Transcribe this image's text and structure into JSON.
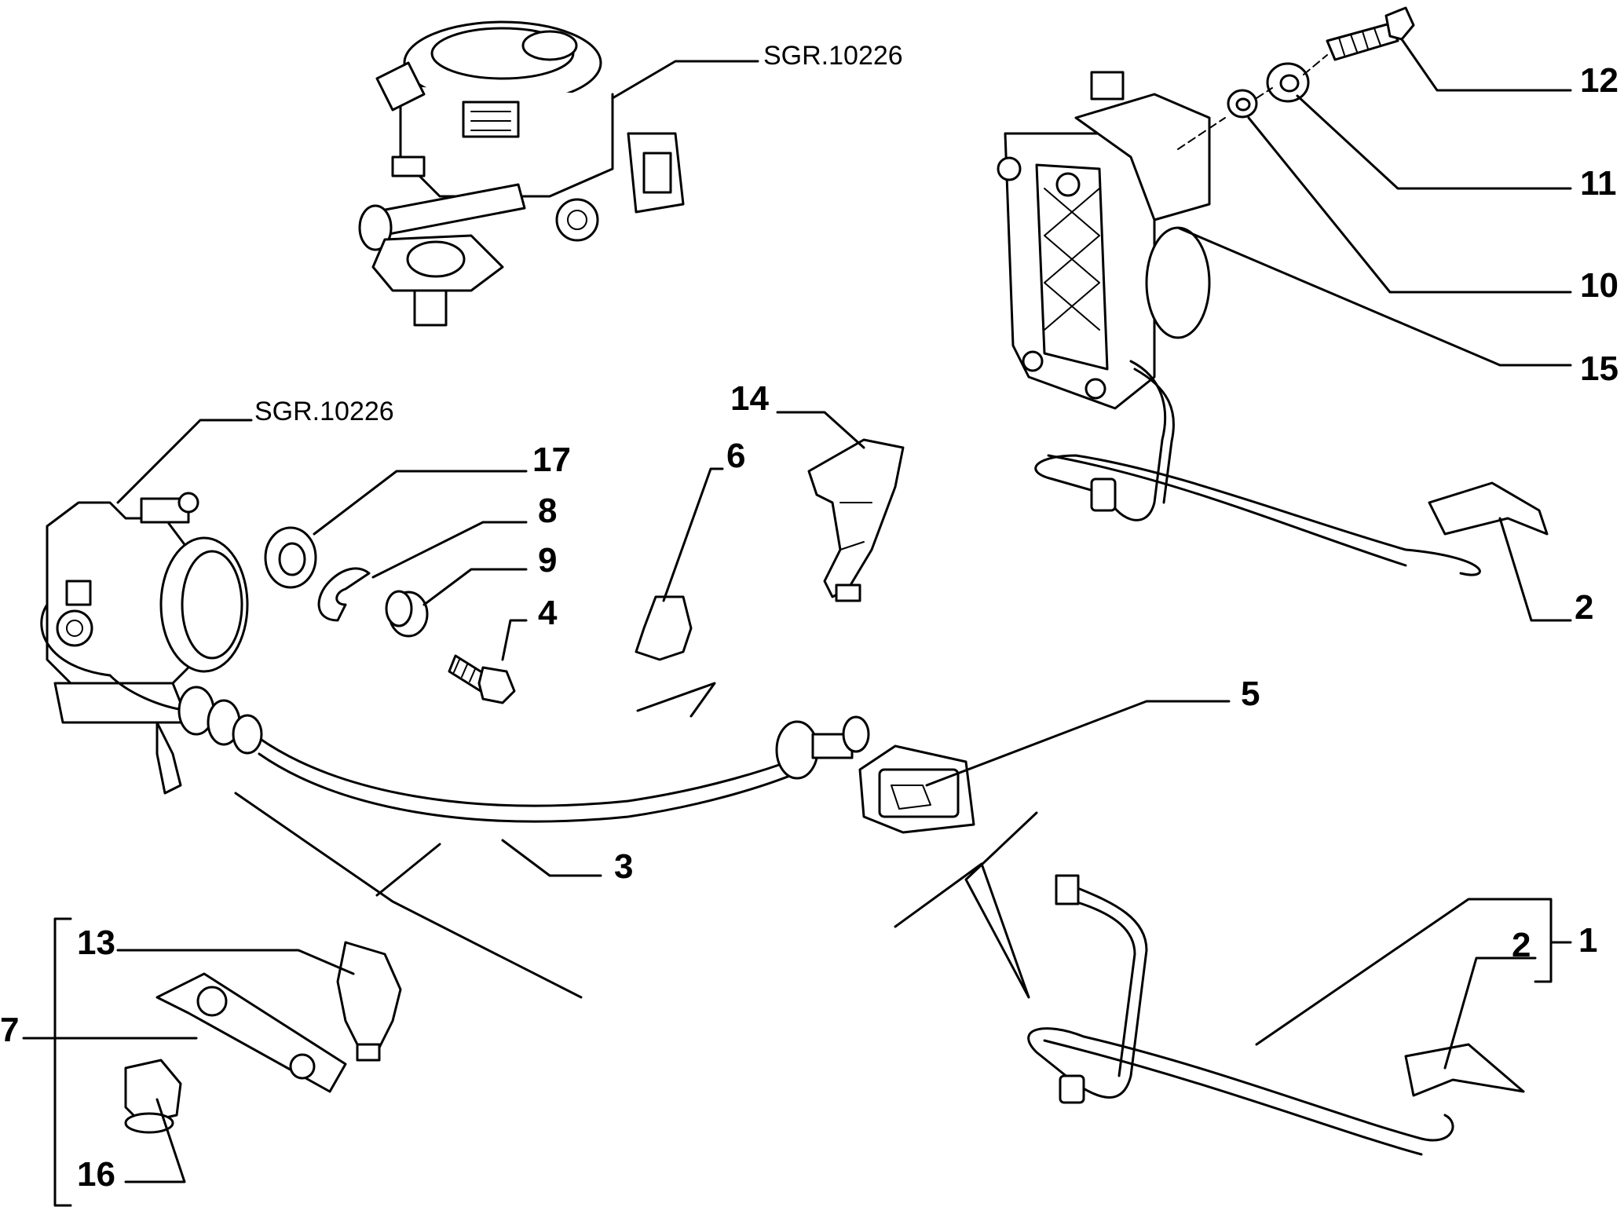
{
  "references": {
    "top": "SGR.10226",
    "left": "SGR.10226"
  },
  "callouts": {
    "c1": "1",
    "c2a": "2",
    "c2b": "2",
    "c3": "3",
    "c4": "4",
    "c5": "5",
    "c6": "6",
    "c7": "7",
    "c8": "8",
    "c9": "9",
    "c10": "10",
    "c11": "11",
    "c12": "12",
    "c13": "13",
    "c14": "14",
    "c15": "15",
    "c16": "16",
    "c17": "17"
  }
}
